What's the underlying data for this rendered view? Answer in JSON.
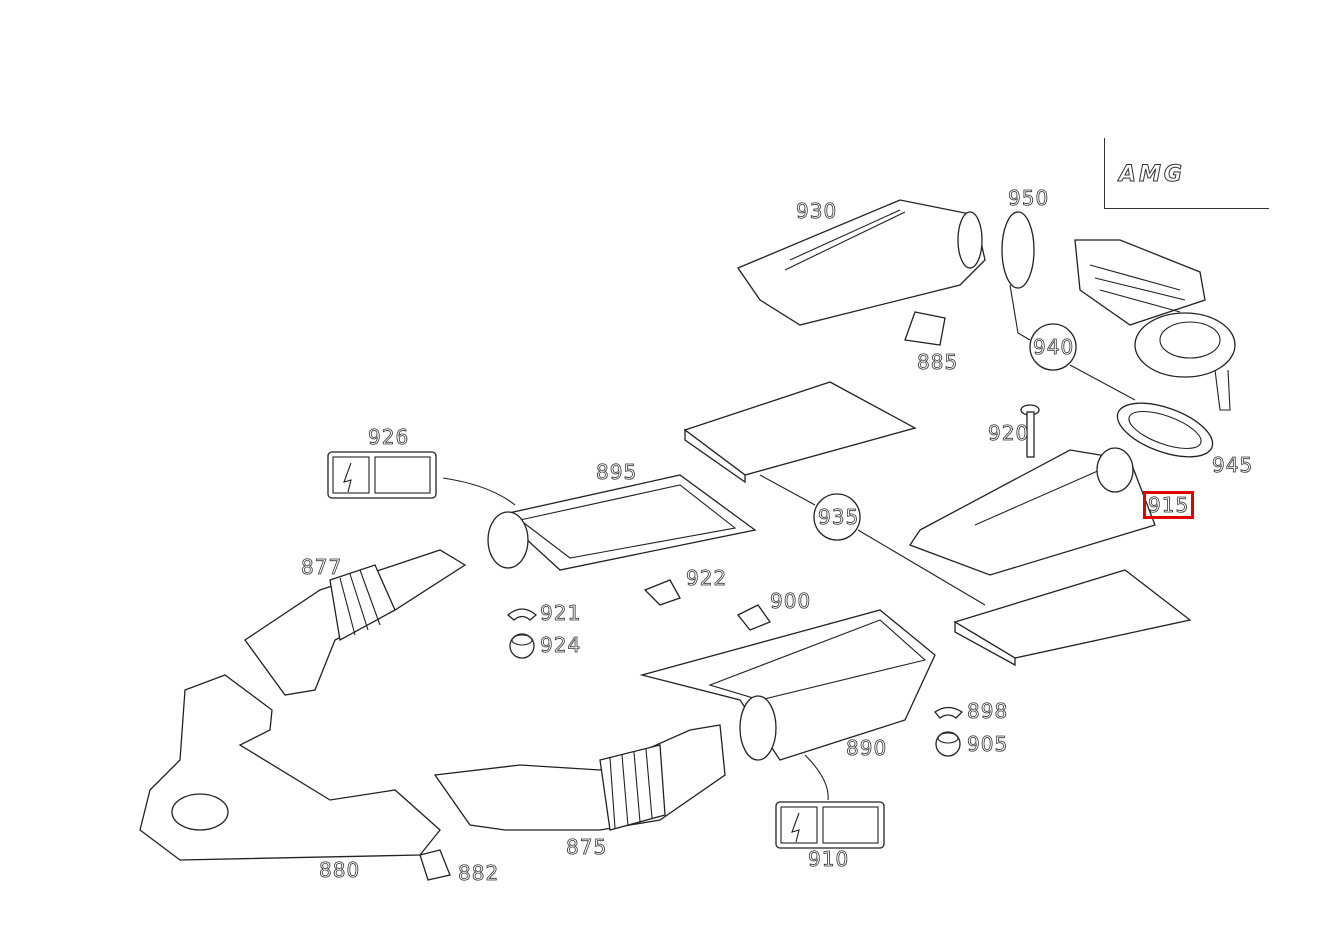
{
  "logo": {
    "text": "AMG"
  },
  "highlight_color": "#e00000",
  "parts": [
    {
      "id": "930",
      "label": "930"
    },
    {
      "id": "950",
      "label": "950"
    },
    {
      "id": "885",
      "label": "885"
    },
    {
      "id": "940",
      "label": "940"
    },
    {
      "id": "920",
      "label": "920"
    },
    {
      "id": "945",
      "label": "945"
    },
    {
      "id": "915",
      "label": "915",
      "highlighted": true
    },
    {
      "id": "935",
      "label": "935"
    },
    {
      "id": "926",
      "label": "926"
    },
    {
      "id": "895",
      "label": "895"
    },
    {
      "id": "877",
      "label": "877"
    },
    {
      "id": "921",
      "label": "921"
    },
    {
      "id": "924",
      "label": "924"
    },
    {
      "id": "922",
      "label": "922"
    },
    {
      "id": "900",
      "label": "900"
    },
    {
      "id": "898",
      "label": "898"
    },
    {
      "id": "905",
      "label": "905"
    },
    {
      "id": "890",
      "label": "890"
    },
    {
      "id": "880",
      "label": "880"
    },
    {
      "id": "882",
      "label": "882"
    },
    {
      "id": "875",
      "label": "875"
    },
    {
      "id": "910",
      "label": "910"
    }
  ]
}
